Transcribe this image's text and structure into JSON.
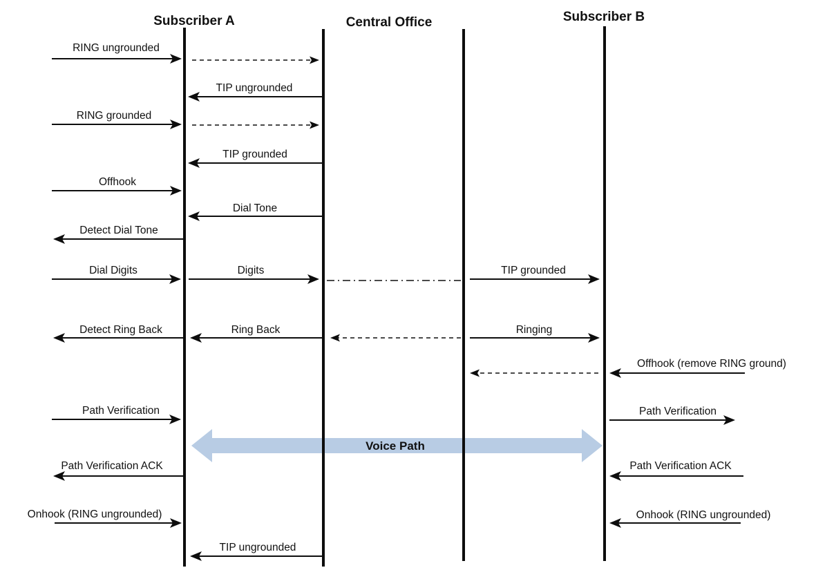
{
  "headers": {
    "subscriber_a": "Subscriber A",
    "central_office": "Central Office",
    "subscriber_b": "Subscriber B"
  },
  "messages": {
    "ring_ungrounded": "RING ungrounded",
    "tip_ungrounded": "TIP ungrounded",
    "ring_grounded": "RING grounded",
    "tip_grounded": "TIP grounded",
    "offhook": "Offhook",
    "dial_tone": "Dial Tone",
    "detect_dial_tone": "Detect Dial Tone",
    "dial_digits": "Dial Digits",
    "digits": "Digits",
    "tip_grounded_b": "TIP grounded",
    "detect_ring_back": "Detect Ring Back",
    "ring_back": "Ring Back",
    "ringing": "Ringing",
    "offhook_remove_ring_ground": "Offhook (remove RING ground)",
    "path_verification_a": "Path Verification",
    "path_verification_b": "Path Verification",
    "voice_path": "Voice Path",
    "path_verification_ack_a": "Path Verification ACK",
    "path_verification_ack_b": "Path Verification ACK",
    "onhook_ring_ungrounded_a": "Onhook (RING ungrounded)",
    "onhook_ring_ungrounded_b": "Onhook (RING ungrounded)",
    "tip_ungrounded_end": "TIP ungrounded"
  },
  "colors": {
    "line": "#0d0d0d",
    "voice_path_fill": "#b8cce4",
    "text": "#111111"
  }
}
